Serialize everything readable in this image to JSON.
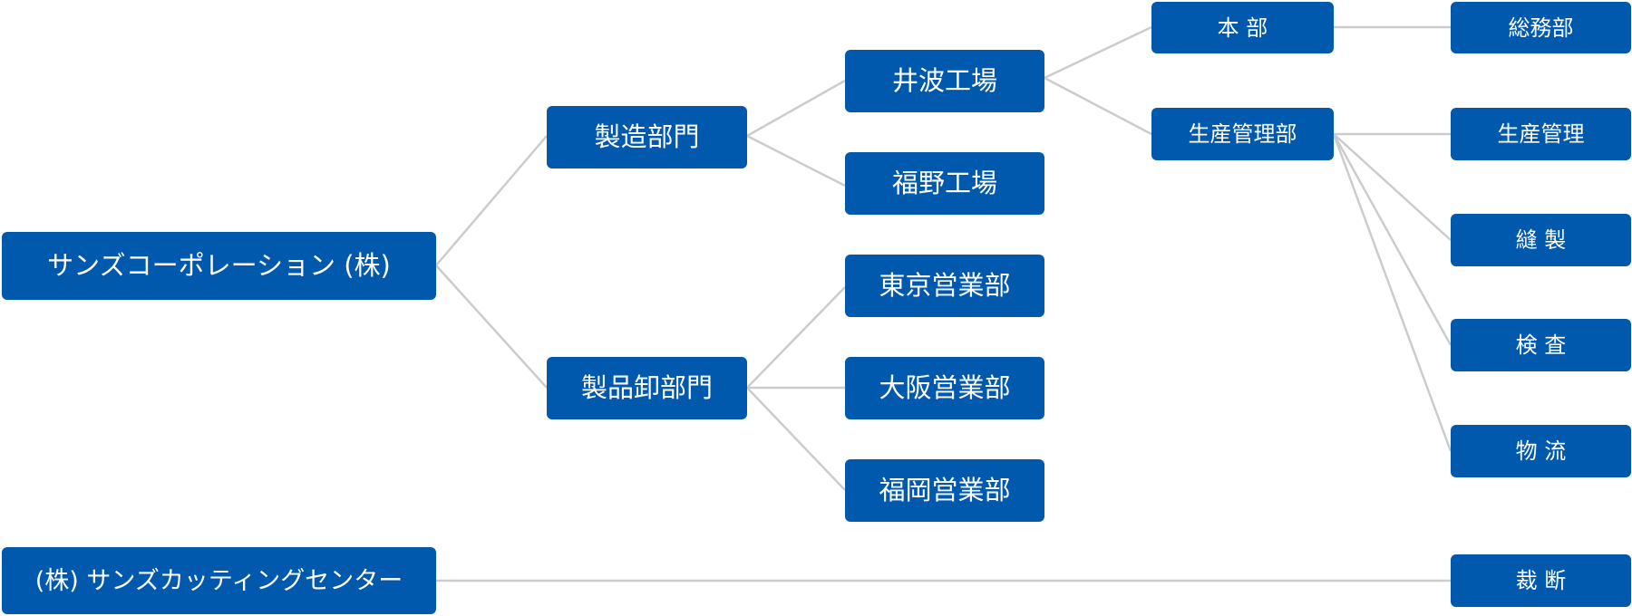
{
  "nodes": {
    "sans_corporation": "サンズコーポレーション (株)",
    "sans_cutting_center": "(株) サンズカッティングセンター",
    "seizo_bumon": "製造部門",
    "seihin_oroshi_bumon": "製品卸部門",
    "inami_kojo": "井波工場",
    "fukuno_kojo": "福野工場",
    "tokyo_eigyobu": "東京営業部",
    "osaka_eigyobu": "大阪営業部",
    "fukuoka_eigyobu": "福岡営業部",
    "honbu": "本 部",
    "seisan_kanribu": "生産管理部",
    "somubu": "総務部",
    "seisan_kanri": "生産管理",
    "hosei": "縫 製",
    "kensa": "検 査",
    "butsuryu": "物 流",
    "saidan": "裁 断"
  },
  "colors": {
    "node_fill": "#0059ad",
    "node_text": "#ffffff",
    "connector": "#cccccc"
  }
}
